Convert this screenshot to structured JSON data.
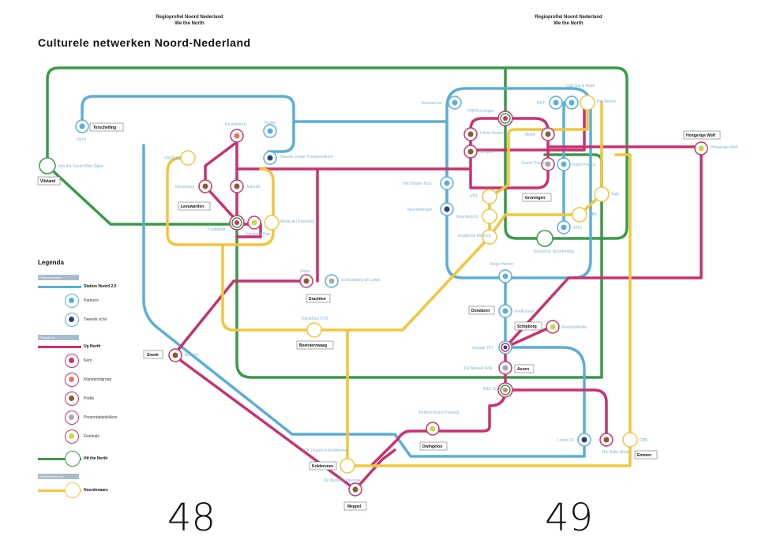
{
  "header": {
    "line1": "Regioprofiel Noord Nederland",
    "line2": "We the North"
  },
  "title": "Culturele netwerken Noord-Nederland",
  "page_left": "48",
  "page_right": "49",
  "colors": {
    "blue": "#5aaed8",
    "magenta": "#c8326e",
    "green": "#3a9a48",
    "yellow": "#f2c53d",
    "grey_cat": "#a9bccb"
  },
  "legend": {
    "heading": "Legenda",
    "cat1": "Podiumkunsten",
    "line_blue": "Station Noord 2.0",
    "partners": "Partners",
    "tweede": "Tweede schil",
    "cat2": "Popcultuur",
    "line_magenta": "Up North",
    "kern": "Kern",
    "klankbord": "Klankbordgroep",
    "podia": "Podia",
    "presentatie": "Presentatieplekken",
    "festivals": "Festivals",
    "line_green": "Hit the North",
    "cat3": "Beeldende kunst",
    "line_yellow": "Noordenaars"
  },
  "cities": {
    "terschelling": "Terschelling",
    "vlieland": "Vlieland",
    "leeuwarden": "Leeuwarden",
    "drachten": "Drachten",
    "beetsterzwaag": "Beetsterzwaag",
    "sneek": "Sneek",
    "kolderveen": "Kolderveen",
    "meppel": "Meppel",
    "dwingeloo": "Dwingeloo",
    "groningen": "Groningen",
    "hongerige_wolf": "Hongerige Wolf",
    "dondaren": "Dondaren",
    "schipborg": "Schipborg",
    "assen": "Assen",
    "emmen": "Emmen"
  },
  "stations": {
    "oerol": "Oerol",
    "into": "Into the Great Wide Open",
    "vrijdag": "VRIJDAG",
    "keunstwurk": "Keunstwurk",
    "tryater": "Tryater",
    "nieuwe_jonge": "Nieuwe Jonge Theatermakers",
    "neushoorn": "Neushoorn",
    "asterisk": "Asterisk",
    "popfabryk": "Popfabryk",
    "friesland_pop": "Friesland Pop",
    "media_art": "Media Art Friesland",
    "atana": "Atana",
    "schouwburg": "Schouwburg de Lawei",
    "kunsthuis": "Kunsthuis SYB",
    "bolwerk": "Bolwerk",
    "kik": "KIK | Kunst in Kolderveen",
    "muziekcoop": "De Muziekcoöperatie",
    "terillium": "Terillium Kunst Festival",
    "noorderzon": "Noorderzon",
    "popgroningen": "POPGroningen",
    "urban_house": "Urban House",
    "simplon": "Simplon",
    "vera": "VERA",
    "grand_theatre": "Grand Theatre",
    "grand_futura": "Grand Futura",
    "nnt": "NNT",
    "club_gig": "Club Gig & Rave",
    "het_resort": "Het Resort",
    "het_houten_huis": "Het Houten Huis",
    "noorderlingen": "Noorderlingen",
    "np3": "NP3",
    "noorderlicht": "Noorderlicht",
    "academie_minerva": "Academie Minerva",
    "sign": "Sign",
    "cbk_gron": "CBK",
    "nno": "NNO",
    "eurosonic": "Eurosonic Noorderslag",
    "hongerige_wolf_st": "Hongerige Wolf",
    "jonge_harten": "Jonge Harten",
    "prolgroup": "PrellGrouP",
    "festivalderaa": "FestiValderAa",
    "garage_tdi": "Garage TDI",
    "nieuwe_kolk": "De Nieuwe Kolk",
    "kc_drenthe": "K&C Drenthe",
    "lvods": "Lvods 13",
    "bakeshop": "The Bake Shop",
    "cbk_emmen": "CBK"
  }
}
